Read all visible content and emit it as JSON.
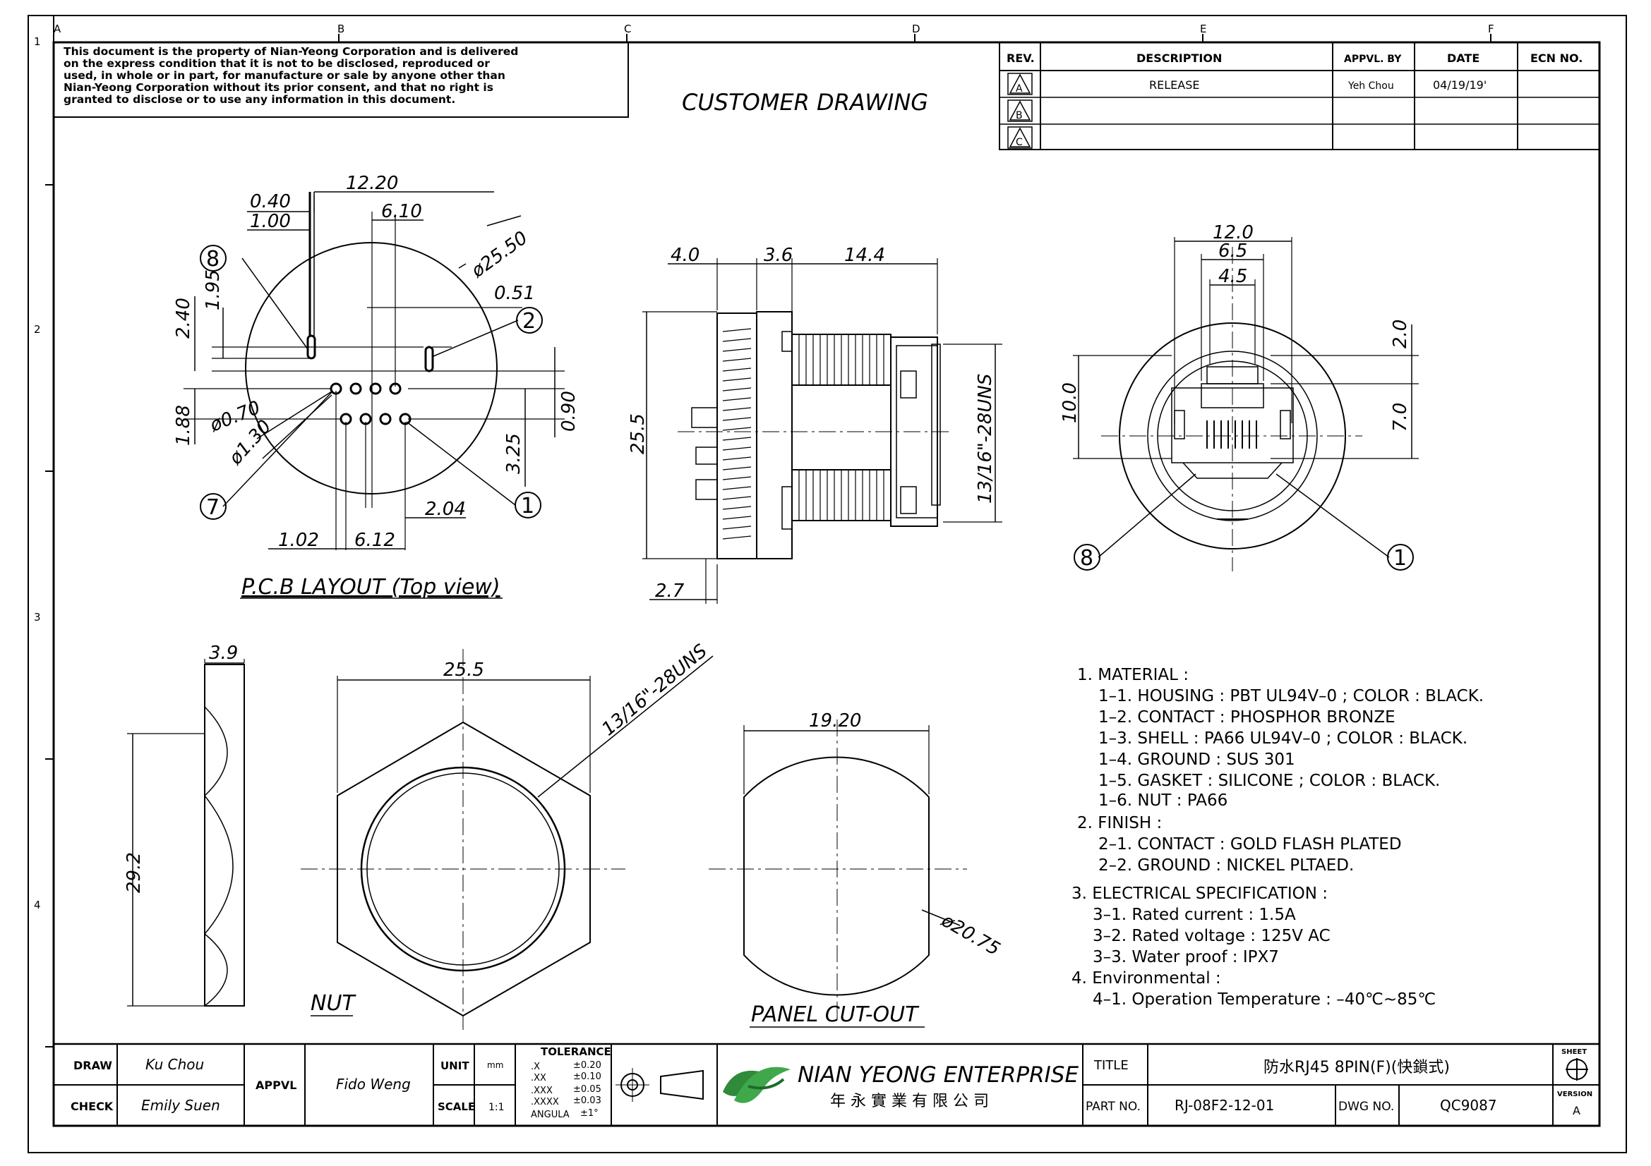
{
  "zone_letters": [
    "A",
    "B",
    "C",
    "D",
    "E",
    "F"
  ],
  "zone_numbers": [
    "1",
    "2",
    "3",
    "4"
  ],
  "notice": [
    "This document is the property of Nian-Yeong Corporation and is delivered",
    "on  the  express condition that it is not to be disclosed, reproduced or",
    "used, in whole or in part, for manufacture or sale by anyone other than",
    "Nian-Yeong Corporation without  its prior consent, and that  no right  is",
    "granted to disclose or to use any information in this  document."
  ],
  "drawing_title": "CUSTOMER  DRAWING",
  "revision_table": {
    "headers": [
      "REV.",
      "DESCRIPTION",
      "APPVL. BY",
      "DATE",
      "ECN NO."
    ],
    "rows": [
      {
        "rev": "A",
        "description": "RELEASE",
        "appvl": "Yeh Chou",
        "date": "04/19/19'",
        "ecn": ""
      },
      {
        "rev": "B",
        "description": "",
        "appvl": "",
        "date": "",
        "ecn": ""
      },
      {
        "rev": "C",
        "description": "",
        "appvl": "",
        "date": "",
        "ecn": ""
      }
    ]
  },
  "pcb_layout": {
    "caption": "P.C.B LAYOUT (Top view)",
    "dims": [
      "12.20",
      "0.40",
      "1.00",
      "6.10",
      "ø25.50",
      "0.51",
      "2.40",
      "1.95",
      "1.88",
      "ø0.70",
      "ø1.30",
      "0.90",
      "3.25",
      "2.04",
      "1.02",
      "6.12"
    ],
    "callouts": [
      "8",
      "2",
      "7",
      "1"
    ]
  },
  "side_view": {
    "dims": [
      "4.0",
      "3.6",
      "14.4",
      "25.5",
      "13/16\"-28UNS",
      "2.7"
    ]
  },
  "front_view": {
    "dims": [
      "12.0",
      "6.5",
      "4.5",
      "2.0",
      "10.0",
      "7.0"
    ],
    "callouts": [
      "8",
      "1"
    ]
  },
  "nut_side": {
    "dims": [
      "3.9",
      "29.2"
    ]
  },
  "nut": {
    "caption": "NUT",
    "dims": [
      "25.5",
      "13/16\"-28UNS"
    ]
  },
  "panel_cutout": {
    "caption": "PANEL  CUT-OUT",
    "dims": [
      "19.20",
      "ø20.75"
    ]
  },
  "notes": [
    "1.  MATERIAL  :",
    "1–1.  HOUSING  :  PBT  UL94V–0  ;  COLOR  :  BLACK.",
    "1–2.  CONTACT  :  PHOSPHOR  BRONZE",
    "1–3.  SHELL  :  PA66  UL94V–0  ;  COLOR  :  BLACK.",
    "1–4.  GROUND  :  SUS  301",
    "1–5.  GASKET  :  SILICONE  ;  COLOR  :  BLACK.",
    "1–6.  NUT  :  PA66",
    "2.  FINISH  :",
    "2–1.  CONTACT  :  GOLD  FLASH  PLATED",
    "2–2.  GROUND  :  NICKEL  PLTAED.",
    "3.  ELECTRICAL  SPECIFICATION  :",
    "3–1.  Rated  current  :  1.5A",
    "3–2.  Rated  voltage  :  125V  AC",
    "3–3.  Water  proof  :  IPX7",
    "4.  Environmental  :",
    "4–1.  Operation  Temperature  :  –40℃~85℃"
  ],
  "title_block": {
    "draw_label": "DRAW",
    "draw_value": "Ku Chou",
    "check_label": "CHECK",
    "check_value": "Emily Suen",
    "appvl_label": "APPVL",
    "appvl_value": "Fido Weng",
    "unit_label": "UNIT",
    "unit_value": "mm",
    "scale_label": "SCALE",
    "scale_value": "1:1",
    "tolerance_title": "TOLERANCE",
    "tolerance": [
      [
        ".X",
        "±0.20"
      ],
      [
        ".XX",
        "±0.10"
      ],
      [
        ".XXX",
        "±0.05"
      ],
      [
        ".XXXX",
        "±0.03"
      ],
      [
        "ANGULA",
        "±1°"
      ]
    ],
    "company": "NIAN YEONG ENTERPRISE",
    "company_cn": "年 永 實 業 有 限 公 司",
    "title_label": "TITLE",
    "title_value": "防水RJ45  8PIN(F)(快鎖式)",
    "part_label": "PART NO.",
    "part_value": "RJ-08F2-12-01",
    "dwg_label": "DWG NO.",
    "dwg_value": "QC9087",
    "sheet_label": "SHEET",
    "version_label": "VERSION",
    "version_value": "A"
  }
}
